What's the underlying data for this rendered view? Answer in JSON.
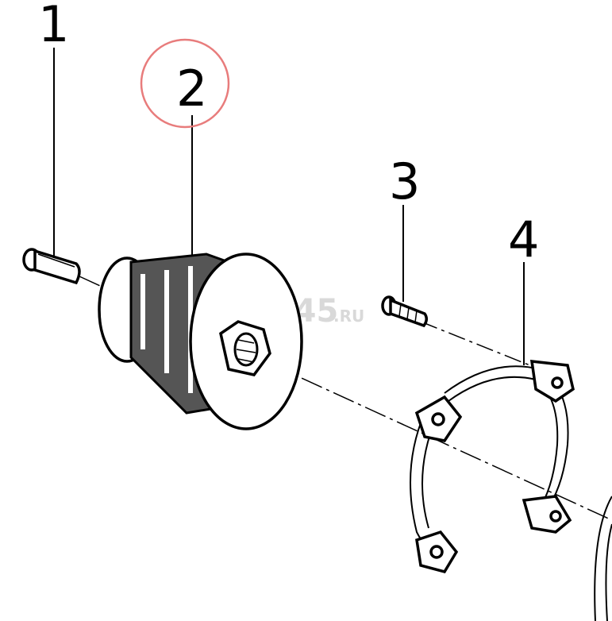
{
  "callouts": [
    {
      "id": "1",
      "label": "1"
    },
    {
      "id": "2",
      "label": "2",
      "highlighted": true
    },
    {
      "id": "3",
      "label": "3"
    },
    {
      "id": "4",
      "label": "4"
    }
  ],
  "watermark": {
    "text": "7745",
    "suffix": ".RU"
  },
  "colors": {
    "highlight_circle": "#e87c7c",
    "lines": "#000000",
    "watermark": "#d9d9d9"
  }
}
